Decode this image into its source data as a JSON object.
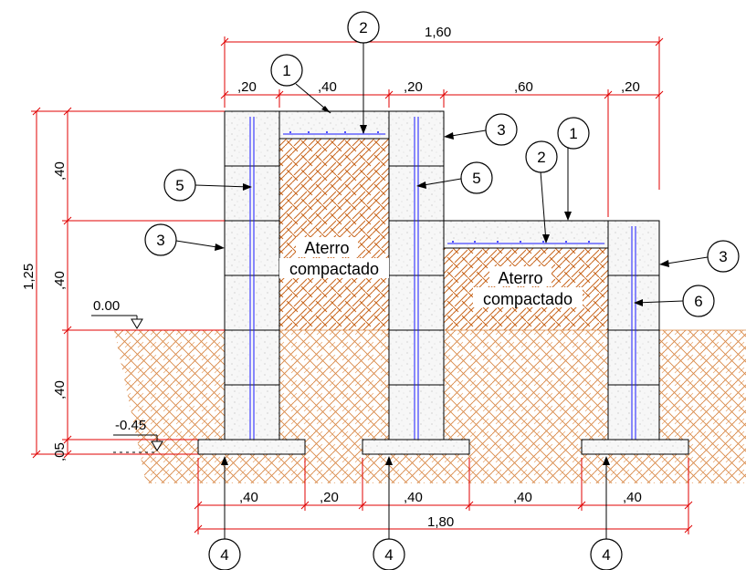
{
  "dimensions": {
    "top_total": "1,60",
    "top_segments": [
      ",20",
      ",40",
      ",20",
      ",60",
      ",20"
    ],
    "bottom_segments": [
      ",40",
      ",20",
      ",40",
      ",40",
      ",40"
    ],
    "bottom_total": "1,80",
    "left_height_total": "1,25",
    "left_segments": [
      ",40",
      ",40",
      ",40",
      ",05"
    ]
  },
  "levels": {
    "ground": "0.00",
    "footing": "-0.45"
  },
  "fill_labels": {
    "left": [
      "Aterro",
      "compactado"
    ],
    "right": [
      "Aterro",
      "compactado"
    ]
  },
  "callouts": [
    "1",
    "2",
    "3",
    "4",
    "5",
    "6"
  ],
  "colors": {
    "dimension_line": "#e00000",
    "rebar": "#1a1aff",
    "soil_hatch": "#d98a4a"
  }
}
